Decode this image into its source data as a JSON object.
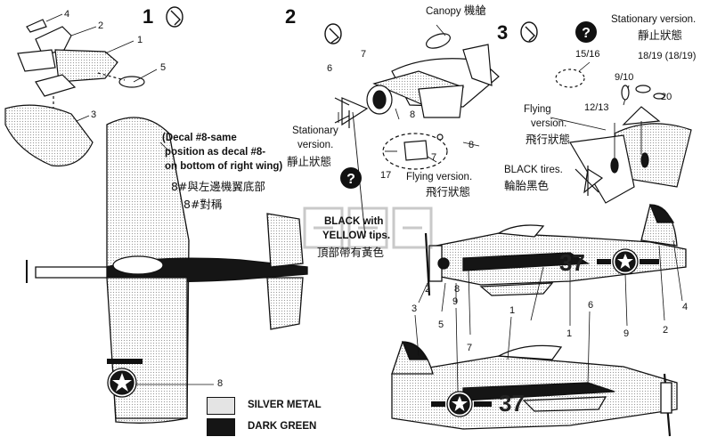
{
  "steps": [
    "1",
    "2",
    "3"
  ],
  "labels": {
    "canopy": "Canopy",
    "canopy_cjk": "機艙",
    "stationary_top_en": "Stationary version.",
    "stationary_top_cjk": "靜止狀態",
    "stationary_mid_en_1": "Stationary",
    "stationary_mid_en_2": "version.",
    "stationary_mid_cjk": "靜止狀態",
    "flying_mid_en": "Flying version.",
    "flying_mid_cjk": "飛行狀態",
    "flying_right_en_1": "Flying",
    "flying_right_en_2": "version.",
    "flying_right_cjk": "飛行狀態",
    "black_tires_en": "BLACK tires.",
    "black_tires_cjk": "輪胎黑色",
    "black_yellow_1": "BLACK with",
    "black_yellow_2": "YELLOW tips.",
    "black_yellow_cjk": "頂部帶有黃色",
    "decal_note_1": "(Decal #8-same",
    "decal_note_2": "position as decal #8-",
    "decal_note_3": "on bottom of right wing)",
    "decal_note_cjk_1": "8#與左邊機翼底部",
    "decal_note_cjk_2": "8#對稱"
  },
  "parts": {
    "p1": "1",
    "p2": "2",
    "p3": "3",
    "p4": "4",
    "p5": "5",
    "p6": "6",
    "p7": "7",
    "p8": "8",
    "p9": "9",
    "p17": "17",
    "p20": "20",
    "p15_16": "15/16",
    "p9_10": "9/10",
    "p12_13": "12/13",
    "p18_19": "18/19 (18/19)"
  },
  "aircraft_code": "37",
  "legend": [
    {
      "label": "SILVER METAL",
      "swatch": "#e4e4e4"
    },
    {
      "label": "DARK GREEN",
      "swatch": "#151515"
    }
  ],
  "colors": {
    "ink": "#111111",
    "silver": "#e4e4e4",
    "dark_green": "#151515"
  },
  "icons": [
    "glue-icon",
    "question-icon",
    "watermark-logo"
  ]
}
